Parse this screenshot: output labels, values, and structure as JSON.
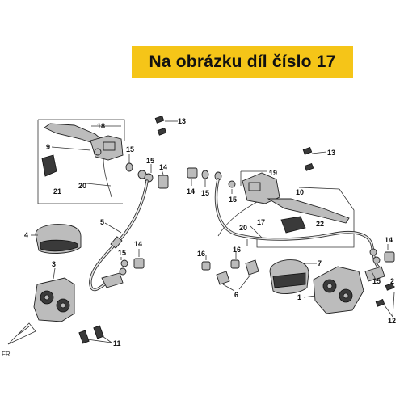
{
  "banner": {
    "text": "Na obrázku díl číslo 17",
    "color": "#f5c518"
  },
  "labels": {
    "l18": "18",
    "l9": "9",
    "l15a": "15",
    "l21": "21",
    "l20a": "20",
    "l13a": "13",
    "l15b": "15",
    "l14a": "14",
    "l5": "5",
    "l4": "4",
    "l3": "3",
    "l14b": "14",
    "l15c": "15",
    "l11": "11",
    "l13b": "13",
    "l19": "19",
    "l14c": "14",
    "l15d": "15",
    "l15e": "15",
    "l10": "10",
    "l20b": "20",
    "l17": "17",
    "l22": "22",
    "l16a": "16",
    "l16b": "16",
    "l6": "6",
    "l7": "7",
    "l1": "1",
    "l14d": "14",
    "l15f": "15",
    "l2": "2",
    "l12": "12",
    "fr": "FR."
  }
}
